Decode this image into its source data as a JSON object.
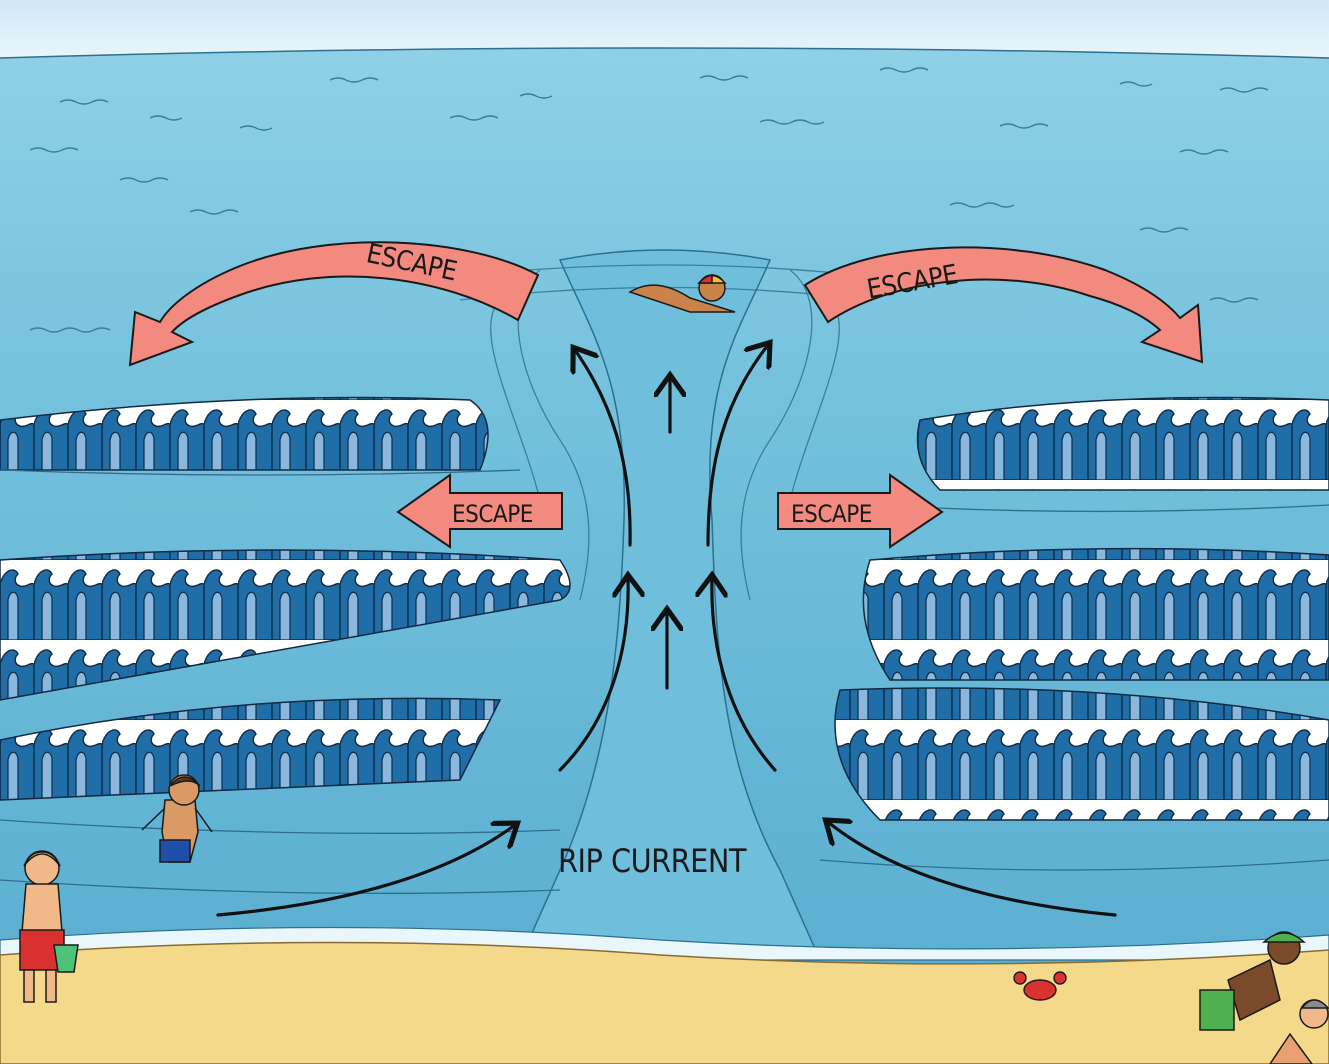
{
  "diagram": {
    "labels": {
      "escape_top_left": "ESCAPE",
      "escape_top_right": "ESCAPE",
      "escape_mid_left": "ESCAPE",
      "escape_mid_right": "ESCAPE",
      "rip_current": "RIP CURRENT"
    },
    "colors": {
      "sky": "#e4f3fb",
      "sea_far": "#7fc7df",
      "sea_near": "#5fb3d3",
      "channel": "#6cbad8",
      "wave_dark": "#1f6ea8",
      "wave_mid": "#8ab7dd",
      "foam": "#ffffff",
      "sand": "#f5d98b",
      "escape_arrow": "#f28a80",
      "flow_arrow": "#111111"
    }
  }
}
